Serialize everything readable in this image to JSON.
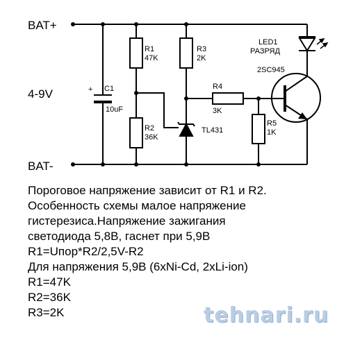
{
  "schematic": {
    "bat_plus": "BAT+",
    "bat_minus": "BAT-",
    "voltage": "4-9V",
    "c1": {
      "name": "C1",
      "value": "10uF",
      "polarity": "+"
    },
    "r1": {
      "name": "R1",
      "value": "47K"
    },
    "r2": {
      "name": "R2",
      "value": "36K"
    },
    "r3": {
      "name": "R3",
      "value": "2K"
    },
    "r4": {
      "name": "R4",
      "value": "3K"
    },
    "r5": {
      "name": "R5",
      "value": "1K"
    },
    "led": {
      "name": "LED1",
      "label": "РАЗРЯД"
    },
    "tl": {
      "name": "TL431"
    },
    "transistor": {
      "name": "2SC945"
    }
  },
  "description": [
    "Пороговое напряжение зависит от R1 и R2.",
    "Особенность схемы малое напряжение",
    "гистерезиса.Напряжение зажигания",
    "светодиода 5,8В, гаснет при 5,9В",
    "R1=Uпор*R2/2,5V-R2",
    "Для напряжения 5,9В (6xNi-Cd, 2xLi-ion)",
    "R1=47K",
    "R2=36K",
    "R3=2K"
  ],
  "watermark": "tehnari.ru",
  "colors": {
    "ink": "#000000",
    "watermark": "#b9cde4"
  }
}
